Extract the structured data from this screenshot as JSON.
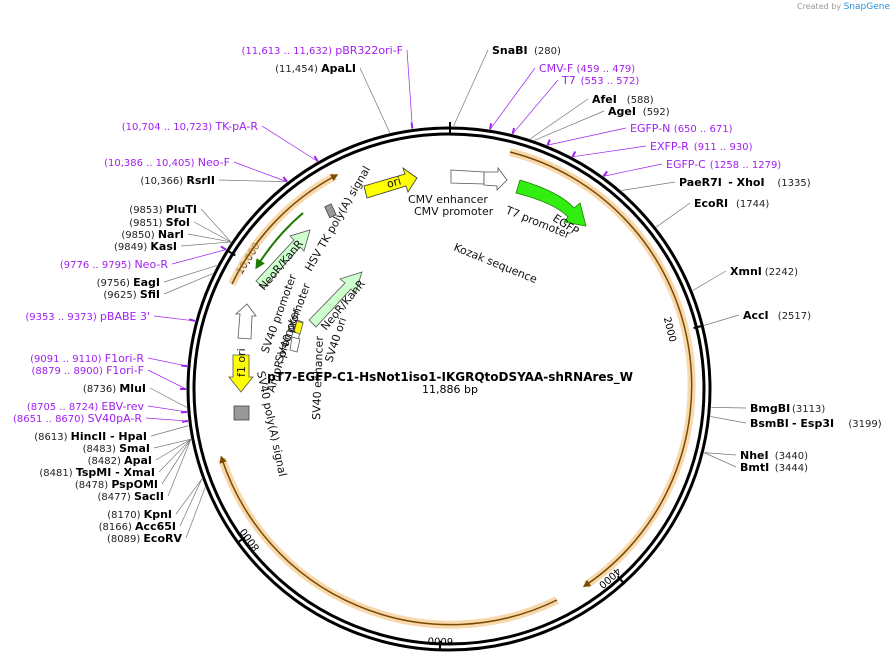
{
  "credit": {
    "prefix": "Created by",
    "brand": "SnapGene"
  },
  "plasmid": {
    "name": "pT7-EGFP-C1-HsNot1iso1-IKGRQtoDSYAA-shRNAres_W",
    "length": "11,886 bp"
  },
  "ticks": [
    "2000",
    "4000",
    "6000",
    "8000",
    "10,000"
  ],
  "features": [
    {
      "name": "ori",
      "color": "#ffff00"
    },
    {
      "name": "CMV enhancer",
      "color": "#ffffff"
    },
    {
      "name": "CMV promoter",
      "color": "#ffffff"
    },
    {
      "name": "T7 promoter",
      "color": "#ffffff"
    },
    {
      "name": "Kozak sequence",
      "color": "#ffffff"
    },
    {
      "name": "EGFP",
      "color": "#33ee11"
    },
    {
      "name": "HSV TK poly(A) signal",
      "color": "#999999"
    },
    {
      "name": "NeoR/KanR",
      "color": "#ccffcc"
    },
    {
      "name": "NeoR/KanR",
      "color": "#ccffcc"
    },
    {
      "name": "SV40 promoter",
      "color": "#ffffff"
    },
    {
      "name": "SV40 promoter",
      "color": "#ffffff"
    },
    {
      "name": "AmpR promoter",
      "color": "#ffffff"
    },
    {
      "name": "SV40 ori",
      "color": "#ffff00"
    },
    {
      "name": "SV40 enhancer",
      "color": "#ffffff"
    },
    {
      "name": "f1 ori",
      "color": "#ffff00"
    },
    {
      "name": "SV40 poly(A) signal",
      "color": "#999999"
    }
  ],
  "right_labels": [
    {
      "name": "SnaBI",
      "pos": "(280)"
    },
    {
      "name": "CMV-F",
      "pos": "(459 .. 479)",
      "primer": true
    },
    {
      "name": "T7",
      "pos": "(553 .. 572)",
      "primer": true
    },
    {
      "name": "AfeI",
      "pos": "(588)"
    },
    {
      "name": "AgeI",
      "pos": "(592)"
    },
    {
      "name": "EGFP-N",
      "pos": "(650 .. 671)",
      "primer": true
    },
    {
      "name": "EXFP-R",
      "pos": "(911 .. 930)",
      "primer": true
    },
    {
      "name": "EGFP-C",
      "pos": "(1258 .. 1279)",
      "primer": true
    },
    {
      "name": "PaeR7I",
      "name2": "XhoI",
      "pos": "(1335)"
    },
    {
      "name": "EcoRI",
      "pos": "(1744)"
    },
    {
      "name": "XmnI",
      "pos": "(2242)"
    },
    {
      "name": "AccI",
      "pos": "(2517)"
    },
    {
      "name": "BmgBI",
      "pos": "(3113)"
    },
    {
      "name": "BsmBI",
      "name2": "Esp3I",
      "pos": "(3199)"
    },
    {
      "name": "NheI",
      "pos": "(3440)"
    },
    {
      "name": "BmtI",
      "pos": "(3444)"
    }
  ],
  "left_labels": [
    {
      "name": "pBR322ori-F",
      "pos": "(11,613 .. 11,632)",
      "primer": true
    },
    {
      "name": "ApaLI",
      "pos": "(11,454)"
    },
    {
      "name": "TK-pA-R",
      "pos": "(10,704 .. 10,723)",
      "primer": true
    },
    {
      "name": "Neo-F",
      "pos": "(10,386 .. 10,405)",
      "primer": true
    },
    {
      "name": "RsrII",
      "pos": "(10,366)"
    },
    {
      "name": "PluTI",
      "pos": "(9853)"
    },
    {
      "name": "SfoI",
      "pos": "(9851)"
    },
    {
      "name": "NarI",
      "pos": "(9850)"
    },
    {
      "name": "KasI",
      "pos": "(9849)"
    },
    {
      "name": "Neo-R",
      "pos": "(9776 .. 9795)",
      "primer": true
    },
    {
      "name": "EagI",
      "pos": "(9756)"
    },
    {
      "name": "SfiI",
      "pos": "(9625)"
    },
    {
      "name": "pBABE 3'",
      "pos": "(9353 .. 9373)",
      "primer": true
    },
    {
      "name": "F1ori-R",
      "pos": "(9091 .. 9110)",
      "primer": true
    },
    {
      "name": "F1ori-F",
      "pos": "(8879 .. 8900)",
      "primer": true
    },
    {
      "name": "MluI",
      "pos": "(8736)"
    },
    {
      "name": "EBV-rev",
      "pos": "(8705 .. 8724)",
      "primer": true
    },
    {
      "name": "SV40pA-R",
      "pos": "(8651 .. 8670)",
      "primer": true
    },
    {
      "name": "HincII",
      "name2": "HpaI",
      "pos": "(8613)"
    },
    {
      "name": "SmaI",
      "pos": "(8483)"
    },
    {
      "name": "ApaI",
      "pos": "(8482)"
    },
    {
      "name": "TspMI",
      "name2": "XmaI",
      "pos": "(8481)"
    },
    {
      "name": "PspOMI",
      "pos": "(8478)"
    },
    {
      "name": "SacII",
      "pos": "(8477)"
    },
    {
      "name": "KpnI",
      "pos": "(8170)"
    },
    {
      "name": "Acc65I",
      "pos": "(8166)"
    },
    {
      "name": "EcoRV",
      "pos": "(8089)"
    }
  ]
}
